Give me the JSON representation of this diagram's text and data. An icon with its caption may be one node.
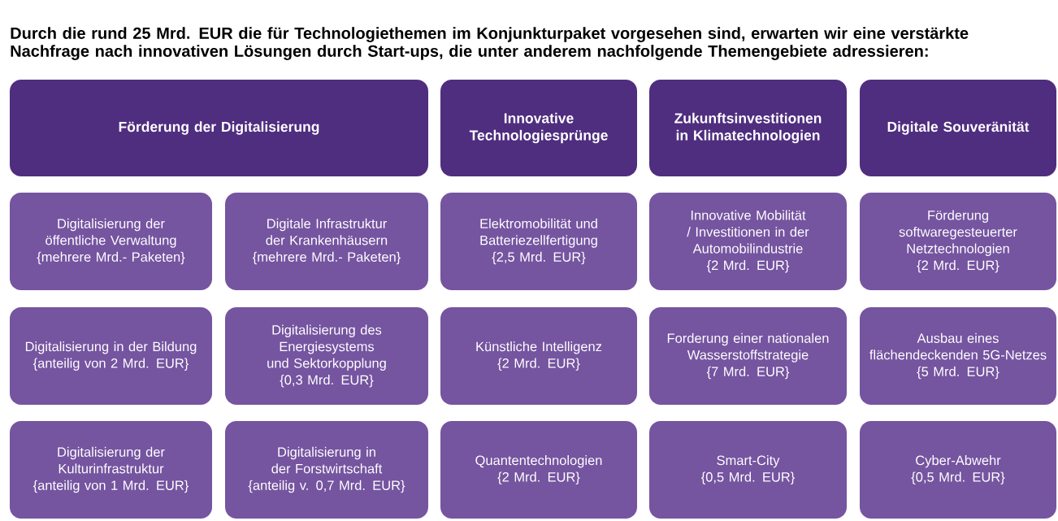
{
  "diagram": {
    "title": "Durch die rund 25 Mrd. EUR die für Technologiethemen im Konjunkturpaket vorgesehen sind, erwarten wir eine verstärkte Nachfrage nach innovativen Lösungen durch Start-ups, die unter anderem nachfolgende Themengebiete adressieren:",
    "nodes": [
      {
        "text": [
          "Förderung der Digitalisierung"
        ]
      },
      {
        "text": [
          "Innovative Technologiesprünge"
        ]
      },
      {
        "text": [
          "Zukunftsinvestitionen in Klimatechnologien"
        ]
      },
      {
        "text": [
          "Digitale Souveränität"
        ]
      },
      {
        "text": [
          "Digitalisierung der öffentliche Verwaltung",
          "{mehrere Mrd.- Paketen}"
        ]
      },
      {
        "text": [
          "Digitale Infrastruktur der Krankenhäusern",
          "{mehrere Mrd.- Paketen}"
        ]
      },
      {
        "text": [
          "Elektromobilität und Batteriezellfertigung",
          "{2,5 Mrd. EUR}"
        ]
      },
      {
        "text": [
          "Innovative Mobilität / Investitionen in der Automobilindustrie",
          "{2 Mrd. EUR}"
        ]
      },
      {
        "text": [
          "Förderung softwaregesteuerter Netztechnologien",
          "{2 Mrd. EUR}"
        ]
      },
      {
        "text": [
          "Digitalisierung in der Bildung",
          "{anteilig von 2 Mrd. EUR}"
        ]
      },
      {
        "text": [
          "Digitalisierung des Energiesystems und Sektorkopplung",
          "{0,3 Mrd. EUR}"
        ]
      },
      {
        "text": [
          "Künstliche Intelligenz",
          "{2 Mrd. EUR}"
        ]
      },
      {
        "text": [
          "Forderung einer nationalen Wasserstoffstrategie",
          "{7 Mrd. EUR}"
        ]
      },
      {
        "text": [
          "Ausbau eines flächendeckenden 5G-Netzes",
          "{5 Mrd. EUR}"
        ]
      },
      {
        "text": [
          "Digitalisierung der Kulturinfrastruktur",
          "{anteilig von 1 Mrd. EUR}"
        ]
      },
      {
        "text": [
          "Digitalisierung in der Forstwirtschaft",
          "{anteilig v. 0,7 Mrd. EUR}"
        ]
      },
      {
        "text": [
          "Quantentechnologien",
          "{2 Mrd. EUR}"
        ]
      },
      {
        "text": [
          "Smart-City",
          "{0,5 Mrd. EUR}"
        ]
      },
      {
        "text": [
          "Cyber-Abwehr",
          "{0,5 Mrd. EUR}"
        ]
      }
    ]
  }
}
